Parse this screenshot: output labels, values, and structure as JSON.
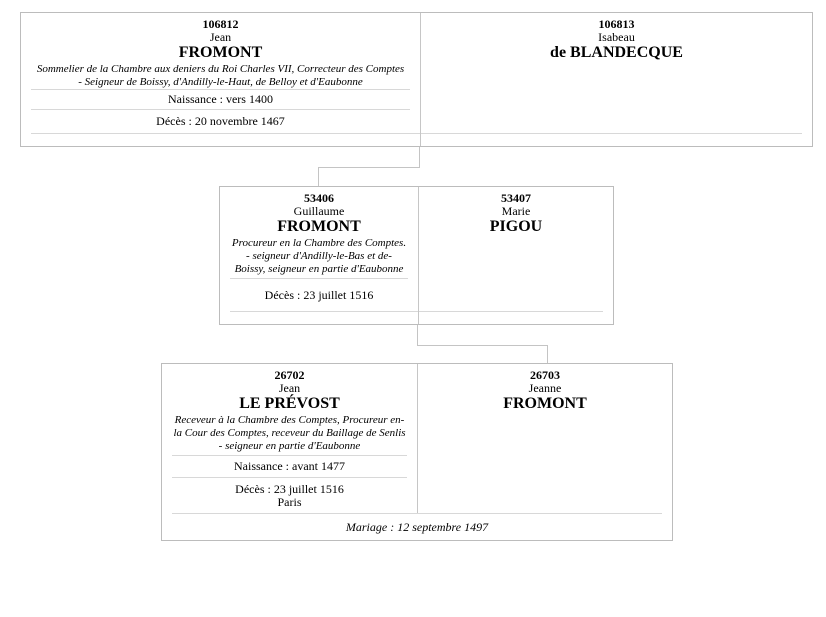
{
  "diagram": {
    "type": "genealogy-tree",
    "colors": {
      "background": "#ffffff",
      "box_border": "#bcbcbc",
      "inner_rule": "#d8d8d8",
      "connector": "#c4c4c4",
      "text": "#000000"
    },
    "couples": [
      {
        "husband": {
          "id": "106812",
          "given": "Jean",
          "surname": "FROMONT",
          "occupation": "Sommelier de la Chambre aux deniers du Roi Charles VII, Correcteur des Comptes\n- Seigneur de Boissy,  d'Andilly-le-Haut, de Belloy et d'Eaubonne",
          "birth": "Naissance : vers 1400",
          "death": "Décès : 20 novembre 1467"
        },
        "wife": {
          "id": "106813",
          "given": "Isabeau",
          "surname": "de BLANDECQUE"
        },
        "marriage": ""
      },
      {
        "husband": {
          "id": "53406",
          "given": "Guillaume",
          "surname": "FROMONT",
          "occupation": "Procureur en la Chambre des Comptes.\n- seigneur d'Andilly-le-Bas et de-\nBoissy, seigneur en partie d'Eaubonne",
          "death": "Décès : 23 juillet 1516"
        },
        "wife": {
          "id": "53407",
          "given": "Marie",
          "surname": "PIGOU"
        },
        "marriage": ""
      },
      {
        "husband": {
          "id": "26702",
          "given": "Jean",
          "surname": "LE PRÉVOST",
          "occupation": "Receveur à la Chambre des Comptes, Procureur en-\nla Cour des Comptes, receveur du Baillage de Senlis\n- seigneur en partie d'Eaubonne",
          "birth": "Naissance : avant 1477",
          "death": "Décès : 23 juillet 1516\nParis"
        },
        "wife": {
          "id": "26703",
          "given": "Jeanne",
          "surname": "FROMONT"
        },
        "marriage": "Mariage : 12 septembre 1497"
      }
    ]
  }
}
